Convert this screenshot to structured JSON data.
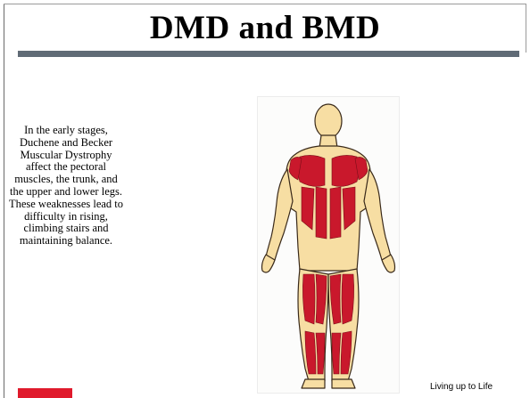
{
  "slide": {
    "title": "DMD and BMD",
    "body": "In the early stages, Duchene and Becker Muscular Dystrophy affect the pectoral muscles, the trunk, and the upper and lower legs.  These weaknesses lead to difficulty in rising, climbing stairs and maintaining balance.",
    "footer": "Living up to Life"
  },
  "figure": {
    "icon": "muscle-anatomy-figure-icon",
    "skin_color": "#f7dea3",
    "muscle_color": "#c9182c",
    "outline_color": "#3a2a1a"
  },
  "colors": {
    "title_rule": "#606b76",
    "accent_bar": "#e01a2c"
  }
}
